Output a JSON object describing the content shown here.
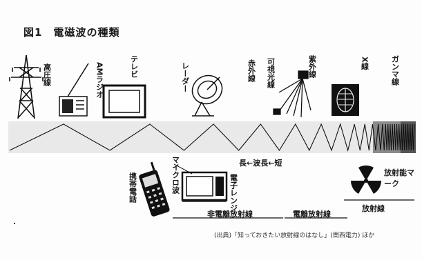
{
  "title": "図1　電磁波の種類",
  "labels": {
    "power_line": "高圧線",
    "am_radio": "AMラジオ",
    "tv": "テレビ",
    "radar": "レーダー",
    "infrared": "赤外線",
    "visible_light": "可視光線",
    "ultraviolet": "紫外線",
    "xray": "X線",
    "gamma": "ガンマ線",
    "mobile_phone": "携帯電話",
    "microwave": "マイクロ波",
    "microwave_oven": "電子レンジ",
    "wavelength_arrow": "長←波長←短",
    "radiation_mark": "放射能マーク"
  },
  "bands": {
    "non_ionizing": "非電離放射線",
    "ionizing": "電離放射線",
    "radiation": "放射線"
  },
  "source": "(出典)「知っておきたい放射線のはなし」(関西電力) ほか"
}
